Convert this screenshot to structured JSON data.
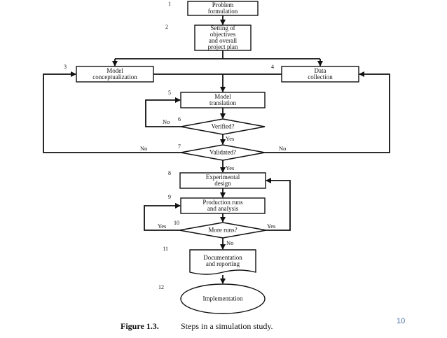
{
  "nodes": [
    {
      "id": "problem",
      "kind": "box",
      "num": "1",
      "lines": [
        "Problem",
        "formulation"
      ]
    },
    {
      "id": "objectives",
      "kind": "box",
      "num": "2",
      "lines": [
        "Setting of",
        "objectives",
        "and overall",
        "project plan"
      ]
    },
    {
      "id": "model-concept",
      "kind": "box",
      "num": "3",
      "lines": [
        "Model",
        "conceptualization"
      ]
    },
    {
      "id": "data-collection",
      "kind": "box",
      "num": "4",
      "lines": [
        "Data",
        "collection"
      ]
    },
    {
      "id": "model-translation",
      "kind": "box",
      "num": "5",
      "lines": [
        "Model",
        "translation"
      ]
    },
    {
      "id": "verified",
      "kind": "decision",
      "num": "6",
      "lines": [
        "Verified?"
      ]
    },
    {
      "id": "validated",
      "kind": "decision",
      "num": "7",
      "lines": [
        "Validated?"
      ]
    },
    {
      "id": "experimental-design",
      "kind": "box",
      "num": "8",
      "lines": [
        "Experimental",
        "design"
      ]
    },
    {
      "id": "production-runs",
      "kind": "box",
      "num": "9",
      "lines": [
        "Production runs",
        "and analysis"
      ]
    },
    {
      "id": "more-runs",
      "kind": "decision",
      "num": "10",
      "lines": [
        "More runs?"
      ]
    },
    {
      "id": "documentation",
      "kind": "document",
      "num": "11",
      "lines": [
        "Documentation",
        "and reporting"
      ]
    },
    {
      "id": "implementation",
      "kind": "terminal",
      "num": "12",
      "lines": [
        "Implementation"
      ]
    }
  ],
  "edge_labels": {
    "yes": "Yes",
    "no": "No"
  },
  "caption": {
    "figure": "Figure 1.3.",
    "text": "Steps in a simulation study."
  },
  "slide_number": "10"
}
